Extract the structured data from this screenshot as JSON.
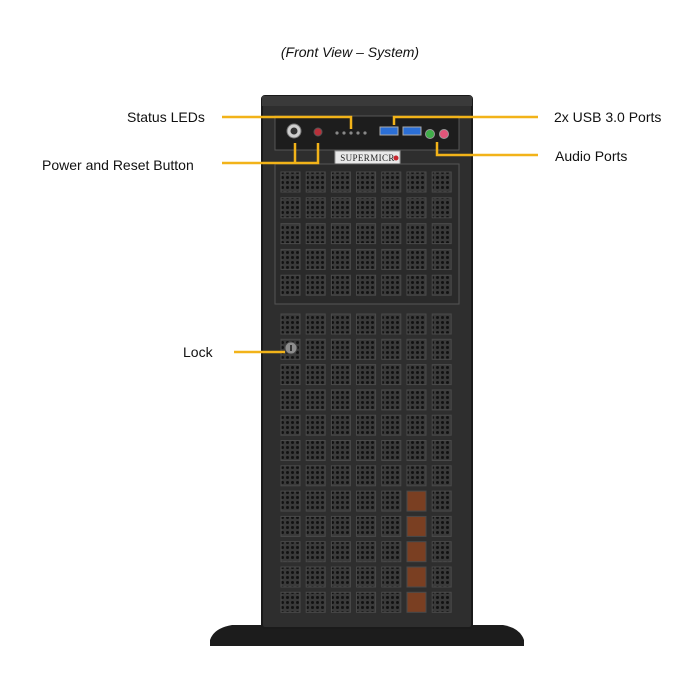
{
  "caption": "(Front View – System)",
  "labels": {
    "status_leds": "Status LEDs",
    "power_reset": "Power and Reset Button",
    "usb_ports": "2x USB 3.0 Ports",
    "audio_ports": "Audio Ports",
    "lock": "Lock"
  },
  "brand_logo": "SUPERMICR",
  "colors": {
    "callout": "#F2B319",
    "chassis": "#2f2f2f",
    "chassis_dark": "#1b1b1b",
    "grille": "#474747",
    "usb_blue": "#2b6fd6",
    "audio_green": "#3fae49",
    "audio_pink": "#e0557a",
    "fan_orange": "#b05a2a"
  }
}
